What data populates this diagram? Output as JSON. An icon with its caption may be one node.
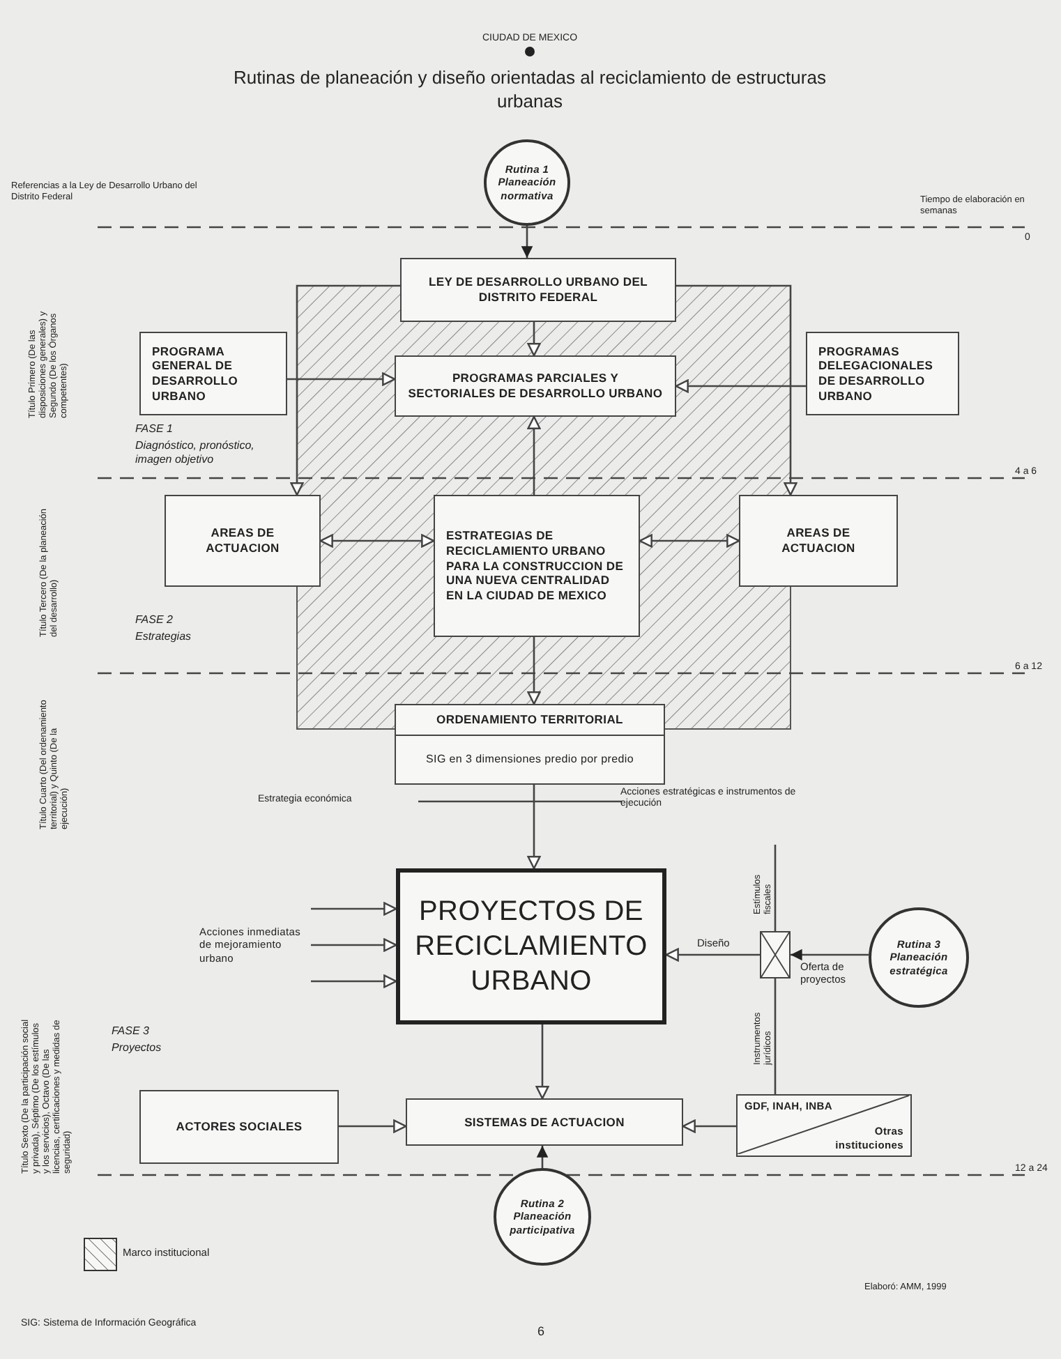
{
  "diagram": {
    "title": "Rutinas de planeación y diseño orientadas al reciclamiento de estructuras urbanas",
    "nodes": [
      {
        "text": [
          "Rutina 1 Planeación normativa"
        ]
      },
      {
        "text": [
          "LEY DE DESARROLLO URBANO DEL DISTRITO FEDERAL"
        ]
      },
      {
        "text": [
          "PROGRAMA GENERAL DE DESARROLLO URBANO"
        ]
      },
      {
        "text": [
          "PROGRAMAS PARCIALES Y SECTORIALES DE DESARROLLO URBANO"
        ]
      },
      {
        "text": [
          "PROGRAMAS DELEGACIONALES DE DESARROLLO URBANO"
        ]
      },
      {
        "text": [
          "AREAS DE ACTUACION"
        ]
      },
      {
        "text": [
          "ESTRATEGIAS DE RECICLAMIENTO URBANO PARA LA CONSTRUCCION DE UNA NUEVA CENTRALIDAD EN LA CIUDAD DE MEXICO"
        ]
      },
      {
        "text": [
          "AREAS DE ACTUACION"
        ]
      },
      {
        "text": [
          "ORDENAMIENTO TERRITORIAL",
          "SIG en 3 dimensiones predio por predio"
        ]
      },
      {
        "text": [
          "PROYECTOS DE RECICLAMIENTO URBANO"
        ]
      },
      {
        "text": [],
        "shape": "box"
      },
      {
        "text": [
          "Rutina 3 Planeación estratégica"
        ]
      },
      {
        "text": [
          "ACTORES SOCIALES"
        ]
      },
      {
        "text": [
          "SISTEMAS DE ACTUACION"
        ]
      },
      {
        "text": [
          "GDF, INAH, INBA",
          "Otras instituciones"
        ]
      },
      {
        "text": [
          "Rutina 2 Planeación participativa"
        ]
      },
      {
        "text": [
          "Acciones inmediatas de mejoramiento urbano"
        ]
      }
    ],
    "edges": [
      {
        "from": 0,
        "to": 1,
        "arrow": "to"
      },
      {
        "from": 1,
        "to": 3,
        "arrow": "to"
      },
      {
        "from": 2,
        "to": 3,
        "arrow": "to"
      },
      {
        "from": 4,
        "to": 3,
        "arrow": "to"
      },
      {
        "from": 1,
        "to": 5,
        "arrow": "to"
      },
      {
        "from": 1,
        "to": 7,
        "arrow": "to"
      },
      {
        "from": 5,
        "to": 6,
        "arrow": "both"
      },
      {
        "from": 7,
        "to": 6,
        "arrow": "both"
      },
      {
        "from": 6,
        "to": 3,
        "arrow": "to"
      },
      {
        "from": 6,
        "to": 8,
        "arrow": "to"
      },
      {
        "from": 8,
        "to": 9,
        "arrow": "to"
      },
      {
        "from": 16,
        "to": 9,
        "arrow": "to"
      },
      {
        "from": 16,
        "to": 9,
        "arrow": "to"
      },
      {
        "from": 16,
        "to": 9,
        "arrow": "to"
      },
      {
        "from": 10,
        "to": 9,
        "arrow": "to",
        "label": "Diseño"
      },
      {
        "from": 11,
        "to": 10,
        "arrow": "to",
        "label": "Oferta de proyectos"
      },
      {
        "from": null,
        "to": 10,
        "arrow": "none",
        "label": "Estímulos fiscales"
      },
      {
        "from": 10,
        "to": 14,
        "arrow": "none",
        "label": "Instrumentos jurídicos"
      },
      {
        "from": 9,
        "to": 13,
        "arrow": "to"
      },
      {
        "from": 12,
        "to": 13,
        "arrow": "to"
      },
      {
        "from": 14,
        "to": 13,
        "arrow": "to"
      },
      {
        "from": 15,
        "to": 13,
        "arrow": "to"
      }
    ],
    "labels": [
      "CIUDAD DE MEXICO",
      "Referencias a la Ley de Desarrollo Urbano del Distrito Federal",
      "Tiempo de elaboración en semanas",
      "0",
      "Título Primero (De las disposiciones generales) y Segundo (De los Órganos competentes)",
      "FASE 1",
      "Diagnóstico, pronóstico, imagen objetivo",
      "4 a 6",
      "Título Tercero (De la planeación del desarrollo)",
      "FASE 2",
      "Estrategias",
      "6 a 12",
      "Título Cuarto (Del ordenamiento territorial) y Quinto (De la ejecución)",
      "Estrategia económica",
      "Acciones estratégicas e instrumentos de ejecución",
      "FASE 3",
      "Proyectos",
      "Título Sexto (De la participación social y privada), Séptimo (De los estímulos y los servicios), Octavo (De las licencias, certificaciones y medidas de seguridad)",
      "12 a 24",
      "Elaboró: AMM, 1999",
      "SIG: Sistema de Información Geográfica",
      "6"
    ],
    "legend": [
      {
        "text": "Marco institucional"
      }
    ]
  }
}
